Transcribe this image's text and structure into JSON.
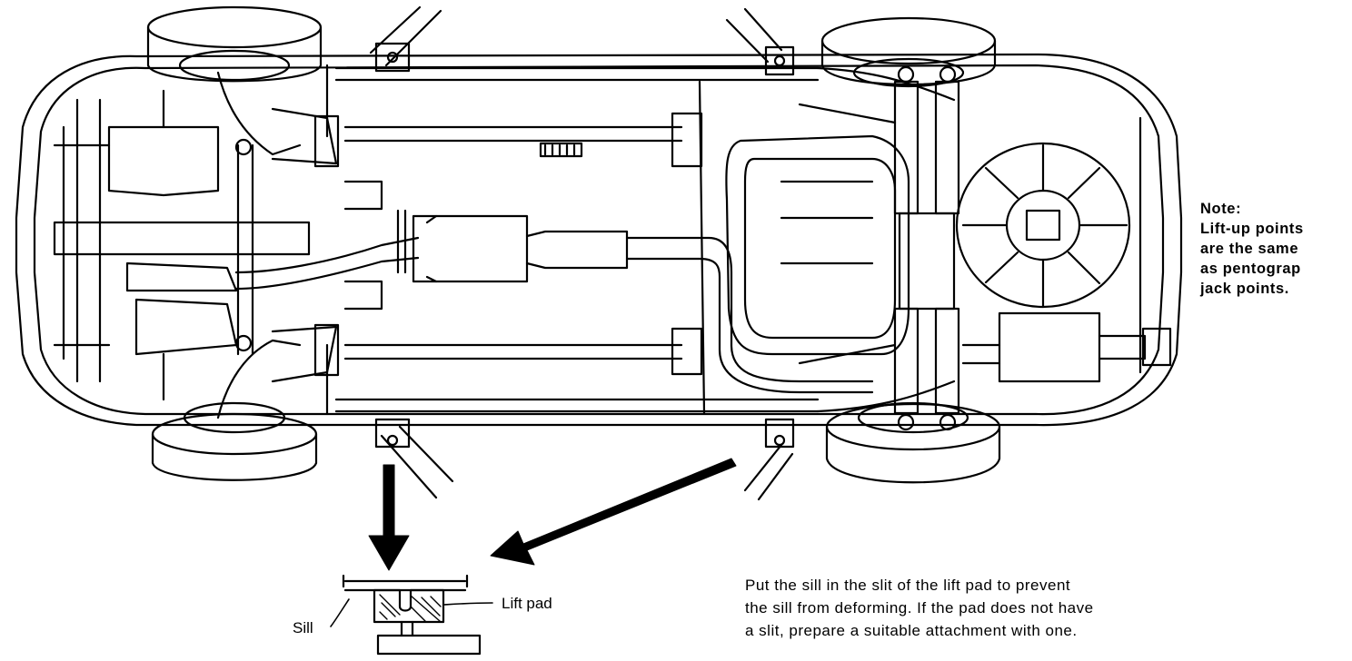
{
  "note": {
    "title": "Note:",
    "lines": [
      "Lift-up points",
      "are the same",
      "as pentograp",
      "jack points."
    ]
  },
  "instruction": {
    "lines": [
      "Put the sill in the slit of the lift pad to prevent",
      "the sill from deforming.  If the pad does not have",
      "a slit, prepare a suitable attachment with one."
    ]
  },
  "detail": {
    "sill_label": "Sill",
    "lift_pad_label": "Lift pad"
  }
}
